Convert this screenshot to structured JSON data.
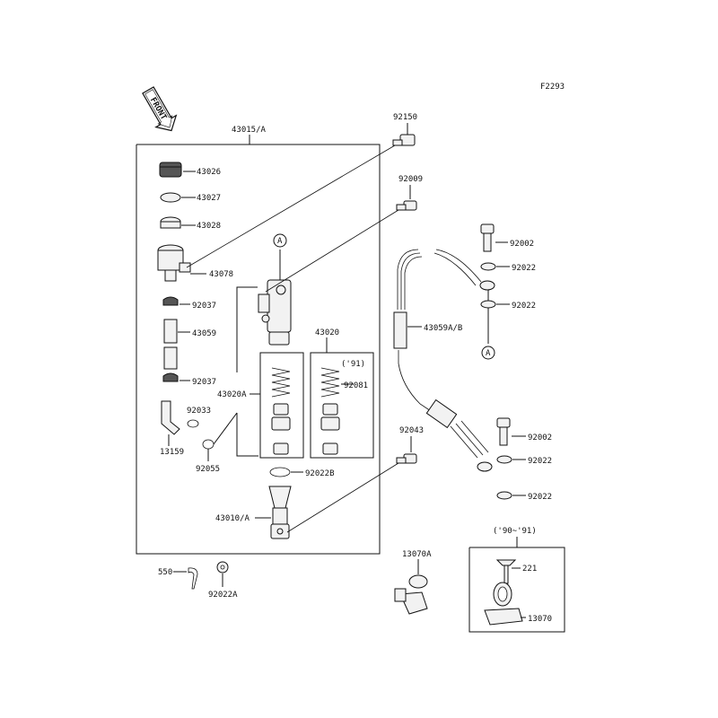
{
  "figure_id": "F2293",
  "front_label": "FRONT",
  "ref_marker": "A",
  "labels": {
    "assy_main": "43015/A",
    "cap": "43026",
    "diaphragm_plate": "43027",
    "diaphragm": "43028",
    "reservoir": "43078",
    "clamp_top": "92037",
    "hose": "43059",
    "clamp_bottom": "92037",
    "elbow": "13159",
    "oring_a": "92033",
    "oring_b": "92055",
    "kit_assy": "43020A",
    "kit": "43020",
    "kit_year": "('91)",
    "spring": "92081",
    "circlip": "92022B",
    "pushrod_assy": "43010/A",
    "bolt_top": "92150",
    "bolt_mid": "92009",
    "pin": "92043",
    "cotter_pin": "550",
    "washer_bottom": "92022A",
    "brake_hose": "43059A/B",
    "banjo_top": "92002",
    "washer_top_1": "92022",
    "washer_top_2": "92022",
    "banjo_bottom": "92002",
    "washer_bottom_1": "92022",
    "washer_bottom_2": "92022",
    "holder": "13070A",
    "guide_years": "('90~'91)",
    "screw": "221",
    "guide": "13070"
  }
}
